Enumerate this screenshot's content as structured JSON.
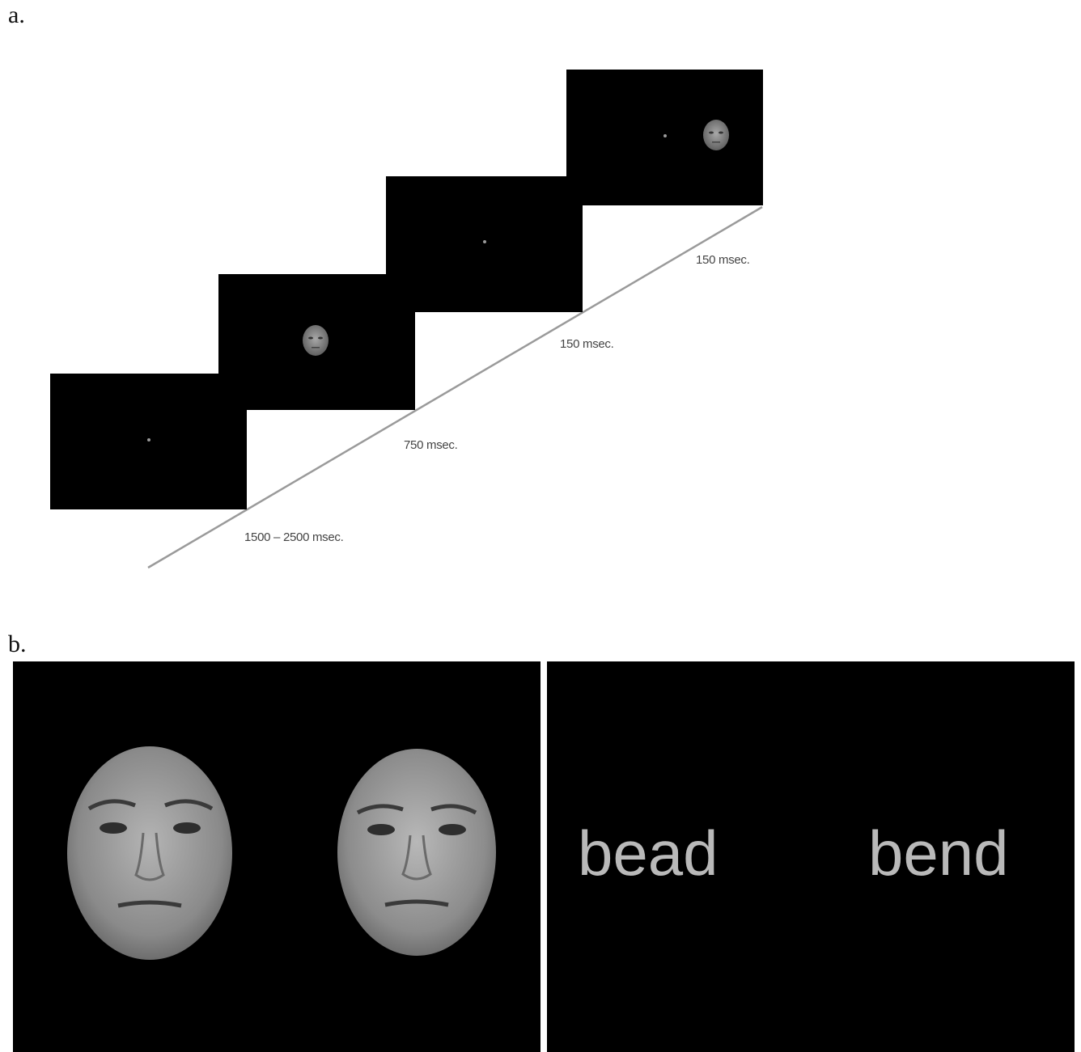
{
  "panel_a": {
    "label": "a.",
    "timings": [
      "1500 – 2500 msec.",
      "750 msec.",
      "150 msec.",
      "150 msec."
    ],
    "frames": [
      {
        "content": "fixation-dot"
      },
      {
        "content": "face-center"
      },
      {
        "content": "fixation-dot"
      },
      {
        "content": "fixation-dot-and-face-right"
      }
    ]
  },
  "panel_b": {
    "label": "b.",
    "left_panel": {
      "content": "two-faces"
    },
    "right_panel": {
      "words": [
        "bead",
        "bend"
      ]
    }
  },
  "colors": {
    "frame": "#000000",
    "text_word": "#b9b9b9",
    "timeline": "#9a9a9a"
  }
}
